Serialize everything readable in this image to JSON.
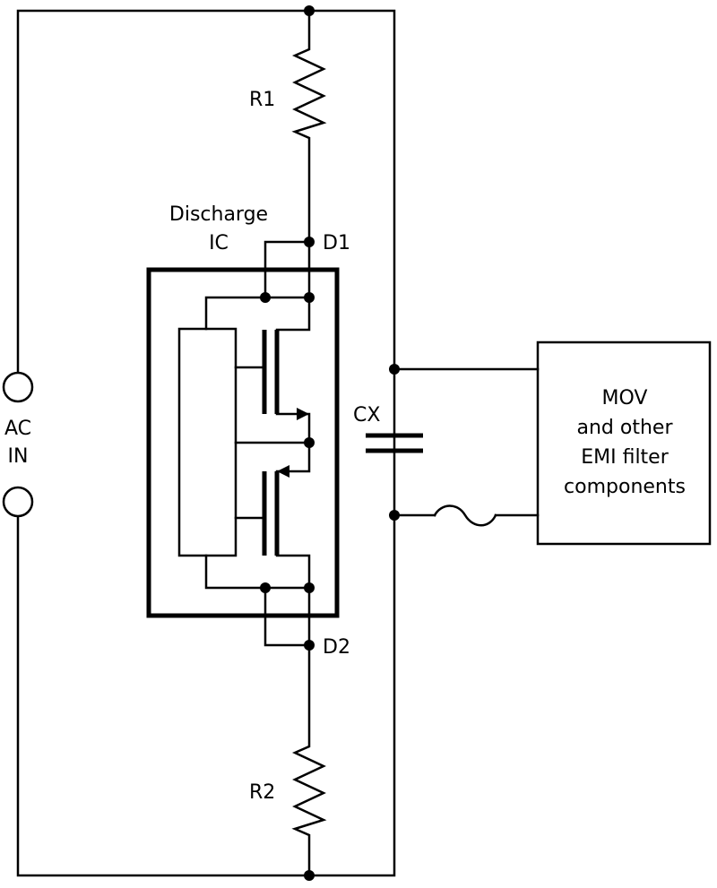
{
  "labels": {
    "r1": "R1",
    "r2": "R2",
    "d1": "D1",
    "d2": "D2",
    "ic_title": [
      "Discharge",
      "IC"
    ],
    "cx": "CX",
    "ac_in": [
      "AC",
      "IN"
    ],
    "filter_box": [
      "MOV",
      "and other",
      "EMI filter",
      "components"
    ]
  }
}
